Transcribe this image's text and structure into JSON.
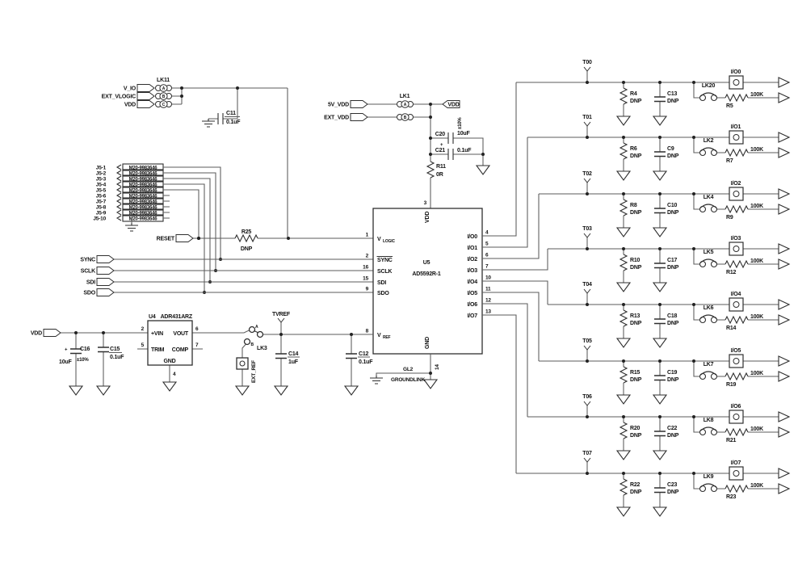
{
  "vlogic_sel": {
    "lk": "LK11",
    "rows": [
      {
        "input": "V_IO",
        "opt": "A"
      },
      {
        "input": "EXT_VLOGIC",
        "opt": "B"
      },
      {
        "input": "VDD",
        "opt": "C"
      }
    ],
    "cap_ref": "C11",
    "cap_val": "0.1uF"
  },
  "vdd_sel": {
    "lk": "LK1",
    "rows": [
      {
        "input": "5V_VDD",
        "opt": "A"
      },
      {
        "input": "EXT_VDD",
        "opt": "B"
      }
    ],
    "out_flag": "VDD",
    "c20_ref": "C20",
    "c20_val": "10uF",
    "c20_tol": "±10%",
    "c20_plus": "+",
    "c21_ref": "C21",
    "c21_val": "0.1uF",
    "r11_ref": "R11",
    "r11_val": "0R"
  },
  "j5": {
    "part": "M20-9983646",
    "pins": [
      "J5-1",
      "J5-2",
      "J5-3",
      "J5-4",
      "J5-5",
      "J5-6",
      "J5-7",
      "J5-8",
      "J5-9",
      "J5-10"
    ]
  },
  "serial": {
    "reset": "RESET",
    "r25_ref": "R25",
    "r25_val": "DNP",
    "sync": "SYNC",
    "sclk": "SCLK",
    "sdi": "SDI",
    "sdo": "SDO"
  },
  "u5": {
    "ref": "U5",
    "part": "AD5592R-1",
    "pin_vdd": {
      "num": "3",
      "name": "VDD"
    },
    "pin_gnd": {
      "num": "14",
      "name": "GND"
    },
    "left": [
      {
        "num": "1",
        "name": "V",
        "sub": "LOGIC"
      },
      {
        "num": "2",
        "name": "SYNC"
      },
      {
        "num": "16",
        "name": "SCLK"
      },
      {
        "num": "15",
        "name": "SDI"
      },
      {
        "num": "9",
        "name": "SDO"
      },
      {
        "num": "8",
        "name": "V",
        "sub": "REF"
      }
    ],
    "right": [
      {
        "num": "4",
        "name": "I/O0"
      },
      {
        "num": "5",
        "name": "I/O1"
      },
      {
        "num": "6",
        "name": "I/O2"
      },
      {
        "num": "7",
        "name": "I/O3"
      },
      {
        "num": "10",
        "name": "I/O4"
      },
      {
        "num": "11",
        "name": "I/O5"
      },
      {
        "num": "12",
        "name": "I/O6"
      },
      {
        "num": "13",
        "name": "I/O7"
      }
    ]
  },
  "vref": {
    "vdd_flag": "VDD",
    "c16_ref": "C16",
    "c16_val": "10uF",
    "c16_tol": "±10%",
    "c16_plus": "+",
    "c15_ref": "C15",
    "c15_val": "0.1uF",
    "u4_ref": "U4",
    "u4_part": "ADR431ARZ",
    "u4_pins": {
      "vin": {
        "num": "2",
        "name": "+VIN"
      },
      "trim": {
        "num": "5",
        "name": "TRIM"
      },
      "vout": {
        "num": "6",
        "name": "VOUT"
      },
      "comp": {
        "num": "7",
        "name": "COMP"
      },
      "gnd": {
        "num": "4",
        "name": "GND"
      }
    },
    "tvref": "TVREF",
    "lk3": "LK3",
    "lk3_a": "A",
    "lk3_b": "B",
    "ext_ref": "EXT_REF",
    "c14_ref": "C14",
    "c14_val": "1uF",
    "c12_ref": "C12",
    "c12_val": "0.1uF"
  },
  "groundlink": {
    "ref": "GL2",
    "label": "GROUNDLINK"
  },
  "channels": [
    {
      "tp": "T00",
      "r1": "R4",
      "r1_val": "DNP",
      "c": "C13",
      "c_val": "DNP",
      "lk": "LK20",
      "r2": "R5",
      "r2_val": "100K",
      "io": "I/O0"
    },
    {
      "tp": "T01",
      "r1": "R6",
      "r1_val": "DNP",
      "c": "C9",
      "c_val": "DNP",
      "lk": "LK2",
      "r2": "R7",
      "r2_val": "100K",
      "io": "I/O1"
    },
    {
      "tp": "T02",
      "r1": "R8",
      "r1_val": "DNP",
      "c": "C10",
      "c_val": "DNP",
      "lk": "LK4",
      "r2": "R9",
      "r2_val": "100K",
      "io": "I/O2"
    },
    {
      "tp": "T03",
      "r1": "R10",
      "r1_val": "DNP",
      "c": "C17",
      "c_val": "DNP",
      "lk": "LK5",
      "r2": "R12",
      "r2_val": "100K",
      "io": "I/O3"
    },
    {
      "tp": "T04",
      "r1": "R13",
      "r1_val": "DNP",
      "c": "C18",
      "c_val": "DNP",
      "lk": "LK6",
      "r2": "R14",
      "r2_val": "100K",
      "io": "I/O4"
    },
    {
      "tp": "T05",
      "r1": "R15",
      "r1_val": "DNP",
      "c": "C19",
      "c_val": "DNP",
      "lk": "LK7",
      "r2": "R19",
      "r2_val": "100K",
      "io": "I/O5"
    },
    {
      "tp": "T06",
      "r1": "R20",
      "r1_val": "DNP",
      "c": "C22",
      "c_val": "DNP",
      "lk": "LK8",
      "r2": "R21",
      "r2_val": "100K",
      "io": "I/O6"
    },
    {
      "tp": "T07",
      "r1": "R22",
      "r1_val": "DNP",
      "c": "C23",
      "c_val": "DNP",
      "lk": "LK9",
      "r2": "R23",
      "r2_val": "100K",
      "io": "I/O7"
    }
  ]
}
